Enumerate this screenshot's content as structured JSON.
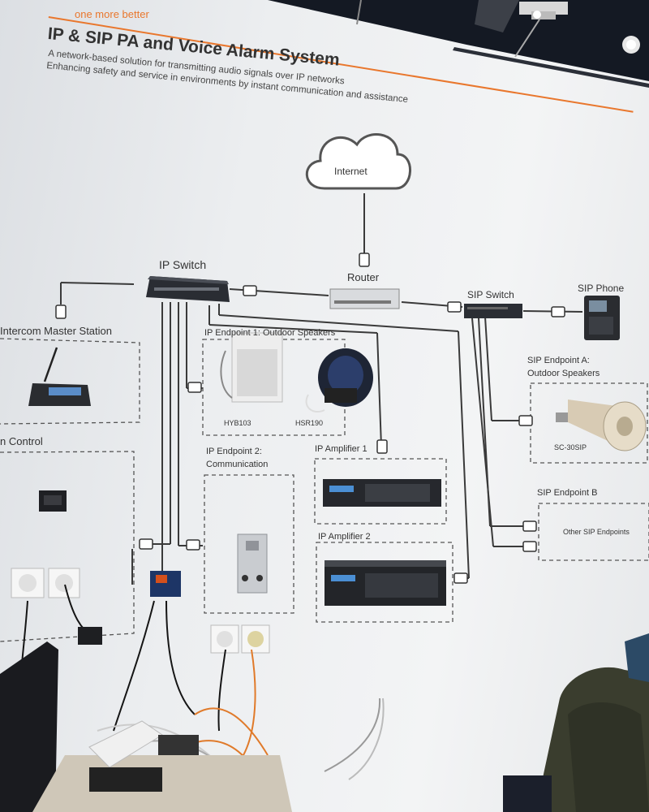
{
  "brand": {
    "tagline": "one more better"
  },
  "poster": {
    "title": "IP & SIP PA and Voice Alarm System",
    "subtitle_line1": "A network-based solution for transmitting audio signals over IP networks",
    "subtitle_line2": "Enhancing safety and service in environments by instant communication and assistance"
  },
  "diagram": {
    "internet": "Internet",
    "ip_switch": "IP Switch",
    "router": "Router",
    "sip_switch": "SIP Switch",
    "sip_phone": "SIP Phone",
    "intercom": "Intercom Master Station",
    "control": "n Control",
    "endpoint1": "IP Endpoint 1: Outdoor Speakers",
    "speaker_a": "HYB103",
    "speaker_b": "HSR190",
    "endpoint2_line1": "IP Endpoint 2:",
    "endpoint2_line2": "Communication",
    "amp1": "IP Amplifier 1",
    "amp2": "IP Amplifier 2",
    "sip_a_line1": "SIP Endpoint A:",
    "sip_a_line2": "Outdoor Speakers",
    "horn_model": "SC-30SIP",
    "sip_b": "SIP Endpoint B",
    "other_sip": "Other SIP Endpoints"
  },
  "colors": {
    "accent": "#e9772d",
    "wall": "#eceef0",
    "line": "#3a3a3a"
  }
}
